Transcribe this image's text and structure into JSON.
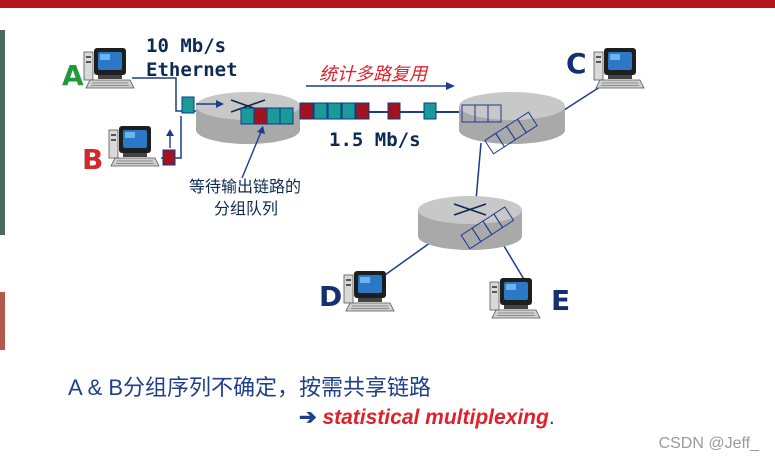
{
  "hosts": {
    "a": "A",
    "b": "B",
    "c": "C",
    "d": "D",
    "e": "E"
  },
  "links": {
    "ethernet_rate": "10 Mb/s",
    "ethernet_label": "Ethernet",
    "trunk_rate": "1.5 Mb/s"
  },
  "annotations": {
    "stat_mux_cn": "统计多路复用",
    "queue_note_line1": "等待输出链路的",
    "queue_note_line2": "分组队列"
  },
  "footer": {
    "summary": "A & B分组序列不确定，按需共享链路",
    "arrow": "➔",
    "stat_mux_en": "statistical multiplexing",
    "period": "."
  },
  "watermark": "CSDN @Jeff_",
  "colors": {
    "packet_teal": "#1b9a9a",
    "packet_red": "#a3121f",
    "router_gray": "#a9a9a9",
    "host_letter_green": "#1f9a3a",
    "host_letter_red": "#d02a2a",
    "host_letter_navy": "#15306e",
    "accent_red": "#e0202a",
    "frame_red": "#b5161b"
  }
}
